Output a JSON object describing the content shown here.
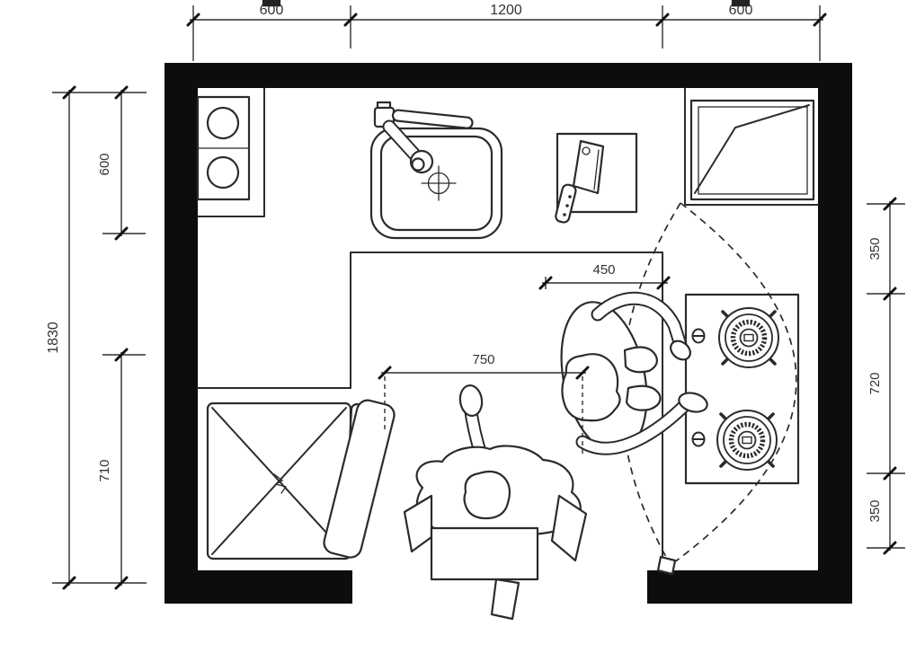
{
  "drawing": {
    "type": "kitchen-floor-plan",
    "dims": {
      "top_left": "600",
      "top_middle": "1200",
      "top_right": "600",
      "left_total": "1830",
      "left_upper": "600",
      "left_lower": "710",
      "right_upper": "350",
      "right_middle": "720",
      "right_lower": "350",
      "clearance_stove": "450",
      "clearance_seat": "750"
    },
    "clipped_top_text": {
      "left": "▇▇",
      "right": "▇▇"
    },
    "colors": {
      "wall": "#0d0d0d",
      "line": "#2b2b2b",
      "dim_text": "#333333",
      "background": "#ffffff"
    },
    "fixtures": [
      "double-ring-hob",
      "sink",
      "faucet",
      "cutting-board",
      "cleaver",
      "refrigerator",
      "gas-cooktop",
      "folding-table",
      "table-leaf",
      "seated-person",
      "chair",
      "cooking-person",
      "door-swing"
    ]
  }
}
